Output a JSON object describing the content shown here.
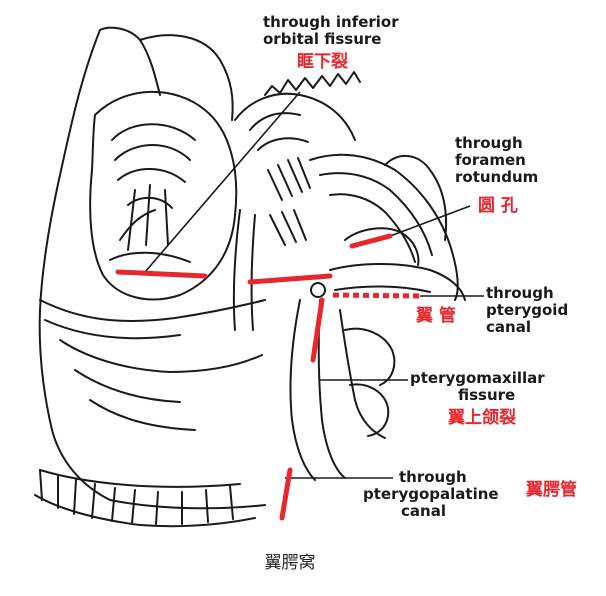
{
  "labels": {
    "inferior_orbital": {
      "en": [
        "through inferior",
        "orbital fissure"
      ],
      "zh": "眶下裂"
    },
    "foramen_rotundum": {
      "en": [
        "through",
        "foramen",
        "rotundum"
      ],
      "zh": "圆 孔"
    },
    "pterygoid_canal": {
      "en": [
        "through",
        "pterygoid",
        "canal"
      ],
      "zh": "翼 管"
    },
    "pterygomaxillary": {
      "en": [
        "pterygomaxillar",
        "fissure"
      ],
      "zh": "翼上颌裂"
    },
    "pterygopalatine": {
      "en": [
        "through",
        "pterygopalatine",
        "canal"
      ],
      "zh": "翼腭管"
    }
  },
  "caption": "翼腭窝",
  "colors": {
    "accent": "#e8262d",
    "ink": "#1a1a1a"
  }
}
